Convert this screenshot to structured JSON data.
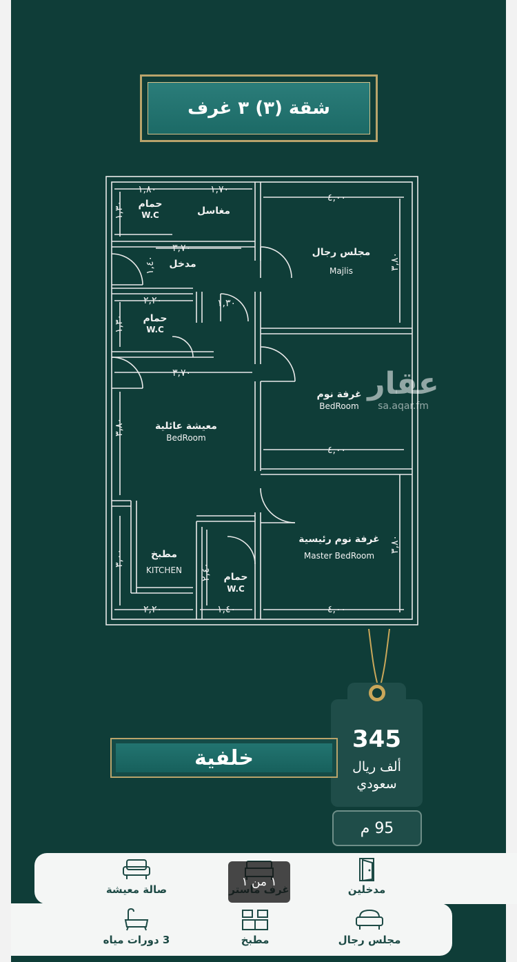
{
  "title": "شقة (٣)  ٣ غرف",
  "plan": {
    "rooms": [
      {
        "ar": "حمام",
        "en": "W.C"
      },
      {
        "ar": "مغاسل",
        "en": ""
      },
      {
        "ar": "مجلس رجال",
        "en": "Majlis"
      },
      {
        "ar": "مدخل",
        "en": ""
      },
      {
        "ar": "حمام",
        "en": "W.C"
      },
      {
        "ar": "غرفة نوم",
        "en": "BedRoom"
      },
      {
        "ar": "معيشة عائلية",
        "en": "BedRoom"
      },
      {
        "ar": "مطبخ",
        "en": "KITCHEN"
      },
      {
        "ar": "حمام",
        "en": "W.C"
      },
      {
        "ar": "غرفة نوم رئيسية",
        "en": "Master BedRoom"
      }
    ],
    "dimensions": [
      "١,٨٠",
      "١,٧٠",
      "١,٣٠",
      "٣,٧٠",
      "١,٣٠",
      "٤,٠٠",
      "٣,٨٠",
      "٢,٢٠",
      "١,٣٠",
      "١,٤٠",
      "٣,٧٠",
      "٣,٨٠",
      "٤,٠٠",
      "٣,٠٠",
      "٢,٢٠",
      "١,٤٠",
      "٢,٤٠",
      "٤,٠٠",
      "٣,٨٠"
    ]
  },
  "watermark": {
    "brand": "عقار",
    "url": "sa.aqar.fm"
  },
  "price": {
    "value": "345",
    "unit": "ألف ريال سعودي"
  },
  "area": "95 م",
  "property_type": "خلفية",
  "gallery_counter": "١ من ١",
  "features": [
    {
      "label": "صالة معيشة",
      "icon": "sofa-icon"
    },
    {
      "label": "غرف ماستر",
      "icon": "bed-icon"
    },
    {
      "label": "مدخلين",
      "icon": "door-icon"
    },
    {
      "label": "3 دورات مياه",
      "icon": "bathtub-icon"
    },
    {
      "label": "مطبخ",
      "icon": "kitchen-icon"
    },
    {
      "label": "مجلس رجال",
      "icon": "majlis-sofa-icon"
    }
  ],
  "colors": {
    "background": "#0f3d38",
    "gold": "#b9a46b",
    "teal": "#227470",
    "band": "#f4f6f5",
    "text_dark": "#1d4a45"
  }
}
